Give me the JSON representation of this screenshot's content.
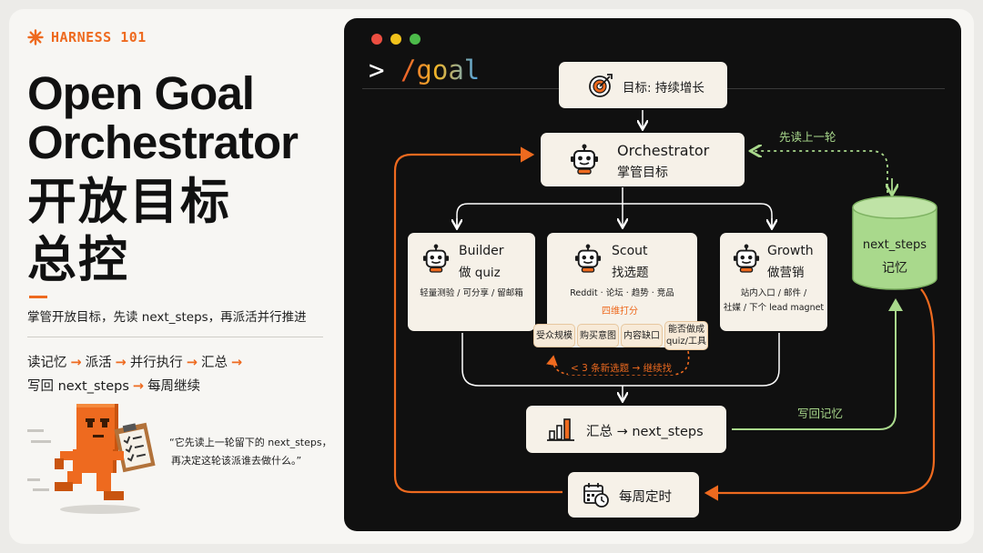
{
  "brand": {
    "label": "HARNESS 101",
    "colors": {
      "accent": "#ee6a1f",
      "green": "#a9d98c"
    }
  },
  "title": {
    "en_line1": "Open Goal",
    "en_line2": "Orchestrator",
    "zh_line1": "开放目标",
    "zh_line2": "总控"
  },
  "subtitle": "掌管开放目标，先读 next_steps，再派活并行推进",
  "flow": {
    "line1": [
      "读记忆",
      "派活",
      "并行执行",
      "汇总"
    ],
    "line2": [
      "写回 next_steps",
      "每周继续"
    ],
    "arrow": "→"
  },
  "quote": {
    "line1": "“它先读上一轮留下的 next_steps，",
    "line2": "再决定这轮该派谁去做什么。”"
  },
  "terminal": {
    "prompt_symbol": ">",
    "prompt_command": "/goal"
  },
  "diagram": {
    "goal": {
      "label": "目标: 持续增长",
      "icon": "target-icon"
    },
    "orchestrator": {
      "title": "Orchestrator",
      "subtitle": "掌管目标",
      "icon": "robot-icon"
    },
    "builder": {
      "title": "Builder",
      "subtitle": "做 quiz",
      "desc": "轻量测验 / 可分享 / 留邮箱",
      "icon": "robot-icon"
    },
    "scout": {
      "title": "Scout",
      "subtitle": "找选题",
      "desc": "Reddit · 论坛 · 趋势 · 竞品",
      "scoring": "四维打分",
      "icon": "robot-icon"
    },
    "growth": {
      "title": "Growth",
      "subtitle": "做营销",
      "desc_line1": "站内入口 / 邮件 /",
      "desc_line2": "社媒 / 下个 lead magnet",
      "icon": "robot-icon"
    },
    "criteria": [
      {
        "line1": "受众规模",
        "line2": ""
      },
      {
        "line1": "购买意图",
        "line2": ""
      },
      {
        "line1": "内容缺口",
        "line2": ""
      },
      {
        "line1": "能否做成",
        "line2": "quiz/工具"
      }
    ],
    "loop_note": "< 3 条新选题 → 继续找",
    "summary": {
      "label": "汇总 → next_steps",
      "icon": "bar-chart-icon"
    },
    "weekly": {
      "label": "每周定时",
      "icon": "calendar-clock-icon"
    },
    "memory": {
      "line1": "next_steps",
      "line2": "记忆"
    },
    "read_previous": "先读上一轮",
    "write_back": "写回记忆"
  }
}
